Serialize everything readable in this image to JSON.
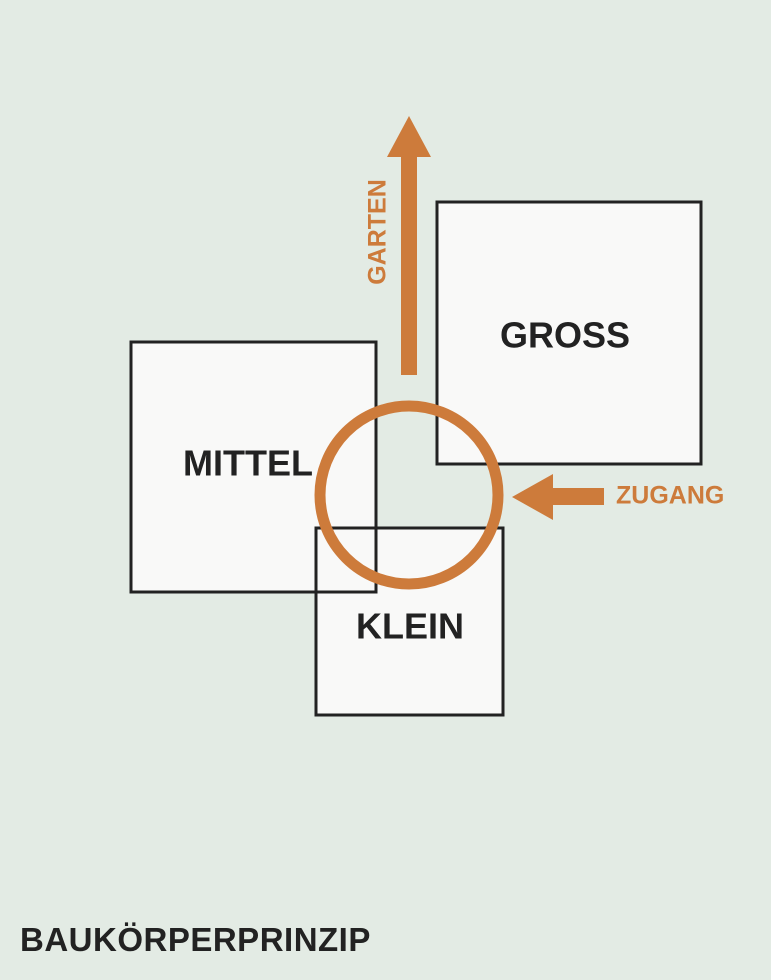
{
  "colors": {
    "background": "#e3ebe4",
    "box_fill": "#f9f9f8",
    "box_stroke": "#222222",
    "accent": "#cd7b3b",
    "text": "#222222"
  },
  "boxes": {
    "gross": "GROSS",
    "mittel": "MITTEL",
    "klein": "KLEIN"
  },
  "arrows": {
    "garten": "GARTEN",
    "zugang": "ZUGANG"
  },
  "caption": "BAUKÖRPERPRINZIP"
}
